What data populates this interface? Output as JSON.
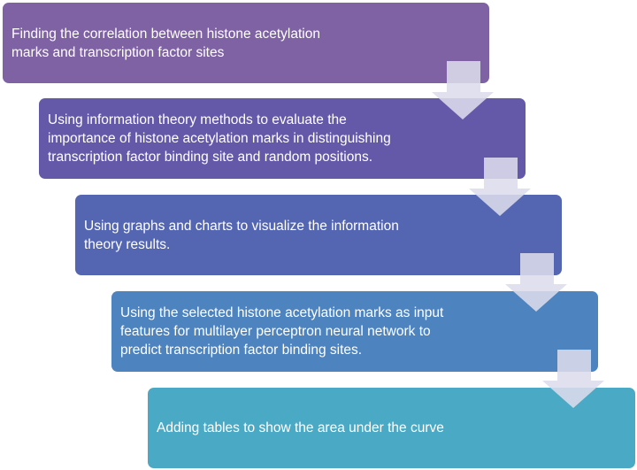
{
  "steps": [
    {
      "text": "Finding the correlation between histone acetylation\nmarks and transcription factor sites",
      "color": "#7f62a3"
    },
    {
      "text": "Using information theory methods to evaluate the\nimportance of histone acetylation marks in distinguishing\ntranscription factor binding site and random positions.",
      "color": "#6459a8"
    },
    {
      "text": "Using graphs and charts to visualize the information\ntheory results.",
      "color": "#5466b2"
    },
    {
      "text": "Using the selected histone acetylation marks as input\nfeatures for multilayer perceptron neural network to\npredict transcription factor binding sites.",
      "color": "#4d83be"
    },
    {
      "text": "Adding tables to show the area under the curve",
      "color": "#4aa9c4"
    }
  ],
  "arrow_color": "#dcdcec"
}
